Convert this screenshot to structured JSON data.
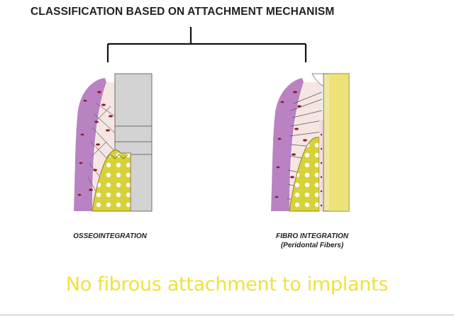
{
  "title": "CLASSIFICATION BASED ON ATTACHMENT MECHANISM",
  "figures": {
    "left": {
      "label": "OSSEOINTEGRATION"
    },
    "right": {
      "label": "FIBRO INTEGRATION",
      "sublabel": "(Peridontal Fibers)"
    }
  },
  "caption": "No fibrous attachment to implants",
  "colors": {
    "gingiva": "#b983c3",
    "bone": "#d8d23a",
    "implant": "#d3d3d3",
    "tooth": "#f0e8a0",
    "caption": "#f0e23a",
    "fiber": "#8a1f2c"
  }
}
